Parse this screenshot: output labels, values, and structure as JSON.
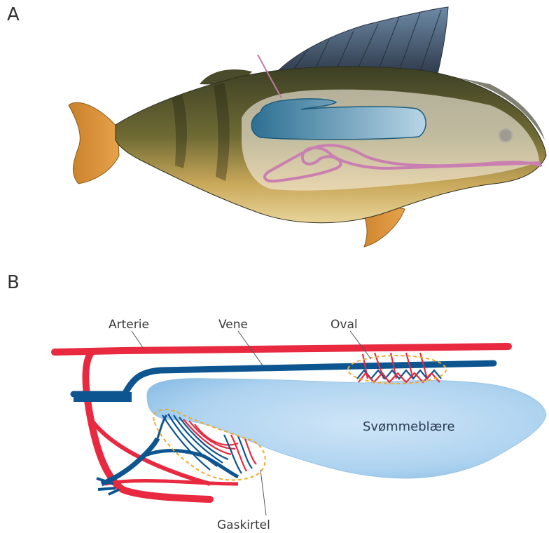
{
  "panels": {
    "a": {
      "letter": "A"
    },
    "b": {
      "letter": "B"
    }
  },
  "labels": {
    "arterie": "Arterie",
    "vene": "Vene",
    "oval": "Oval",
    "svommeblaere": "Svømmeblære",
    "gaskirtel": "Gaskirtel"
  },
  "colors": {
    "artery": "#e8293f",
    "vein": "#0d5590",
    "swim_bladder": "#a9d0ef",
    "gland_outline": "#f0a92c",
    "overlay_bladder": "#3d86b0",
    "gut": "#c880a8"
  }
}
